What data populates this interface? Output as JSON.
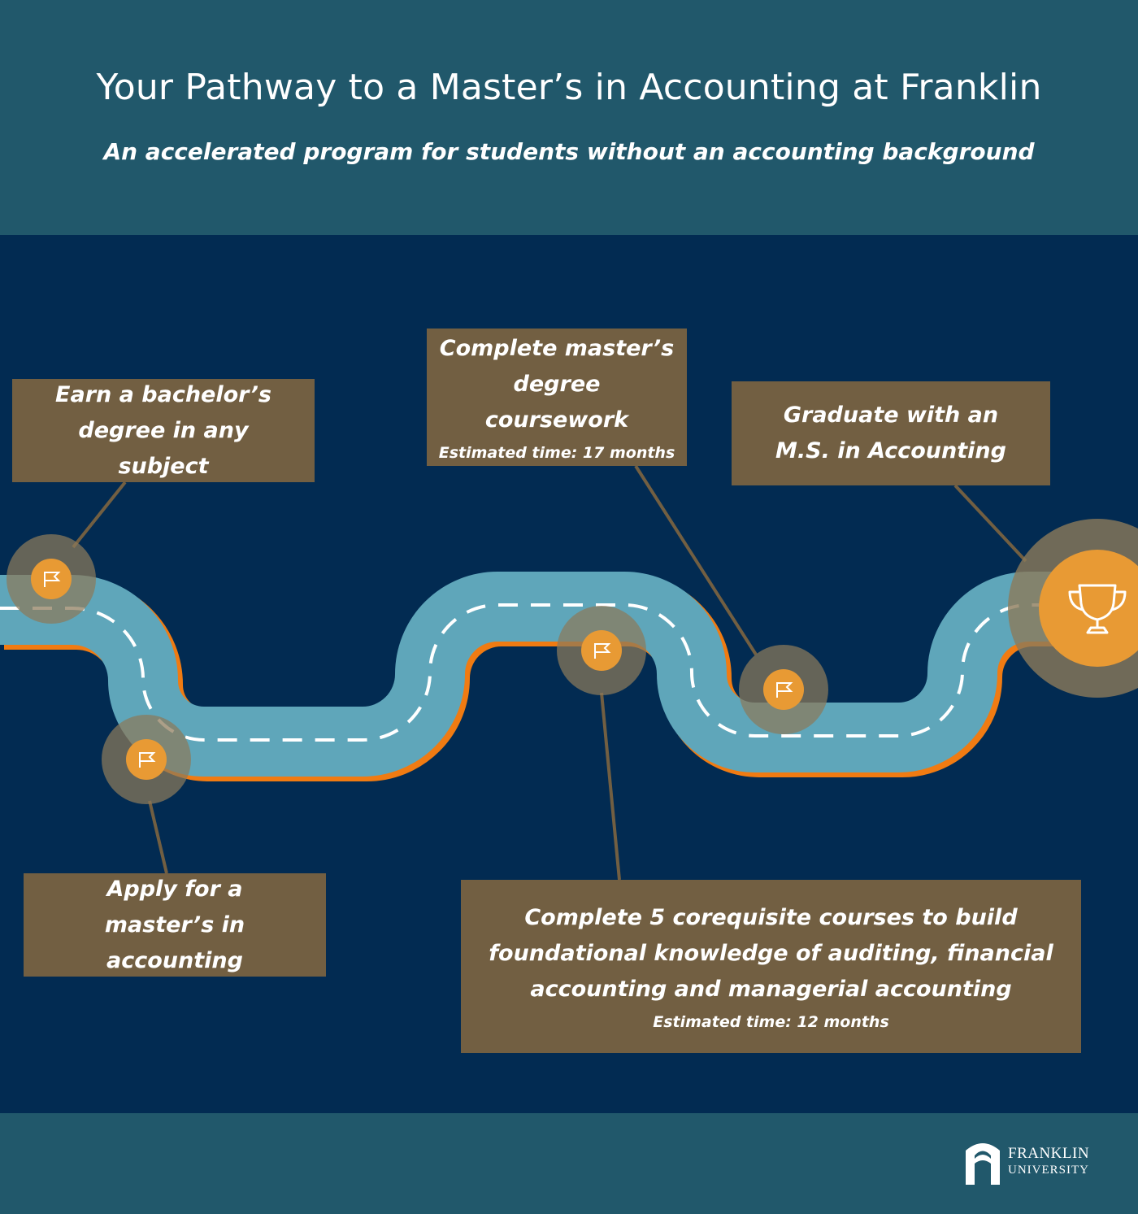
{
  "header": {
    "title": "Your Pathway to a Master’s in Accounting at Franklin",
    "subtitle": "An accelerated program for students without an accounting background"
  },
  "steps": [
    {
      "id": "bachelors",
      "text": "Earn a bachelor’s degree in any subject"
    },
    {
      "id": "apply",
      "text": "Apply for a master’s in accounting"
    },
    {
      "id": "corequisites",
      "text": "Complete 5 corequisite courses to build foundational knowledge of auditing, financial accounting and managerial accounting",
      "estimate": "Estimated time: 12 months"
    },
    {
      "id": "coursework",
      "text": "Complete master’s degree coursework",
      "estimate": "Estimated time: 17 months"
    },
    {
      "id": "graduate",
      "text": "Graduate with an M.S. in Accounting"
    }
  ],
  "icons": {
    "milestone": "flag-icon",
    "finish": "trophy-icon"
  },
  "colors": {
    "header_bg": "#21586b",
    "main_bg": "#022b52",
    "road": "#5fa6ba",
    "road_edge": "#f07b12",
    "box_bg": "#725f42",
    "marker": "#e89a34"
  },
  "logo": {
    "line1": "FRANKLIN",
    "line2": "UNIVERSITY"
  }
}
